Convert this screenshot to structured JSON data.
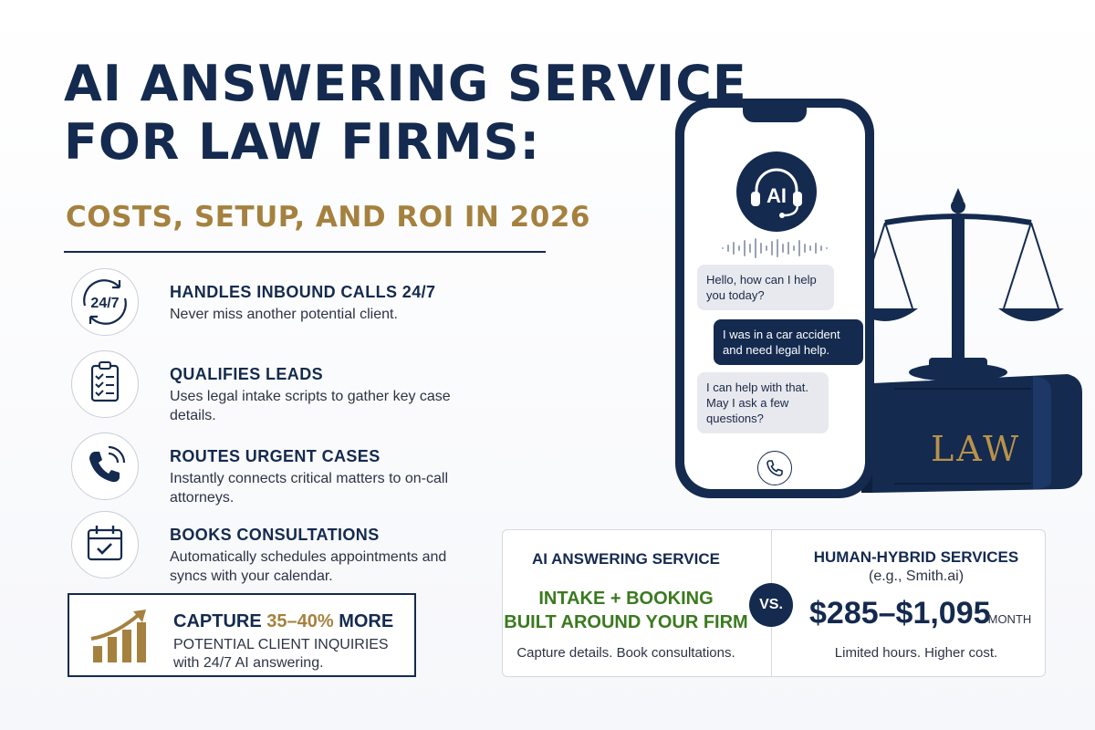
{
  "header": {
    "title_line1": "AI ANSWERING SERVICE",
    "title_line2": "FOR LAW FIRMS:",
    "subtitle": "COSTS, SETUP, AND ROI IN 2026"
  },
  "features": [
    {
      "icon": "clock-24-7-icon",
      "icon_text": "24/7",
      "heading": "HANDLES INBOUND CALLS 24/7",
      "description": "Never miss another potential client."
    },
    {
      "icon": "clipboard-checklist-icon",
      "heading": "QUALIFIES LEADS",
      "description": "Uses legal intake scripts to gather key case details."
    },
    {
      "icon": "phone-ringing-icon",
      "heading": "ROUTES URGENT CASES",
      "description": "Instantly connects critical matters to on-call attorneys."
    },
    {
      "icon": "calendar-check-icon",
      "heading": "BOOKS CONSULTATIONS",
      "description": "Automatically schedules appointments and syncs with your calendar."
    }
  ],
  "capture": {
    "prefix": "CAPTURE",
    "percent": "35–40%",
    "suffix": "MORE",
    "line2": "POTENTIAL CLIENT INQUIRIES",
    "line3": "with 24/7 AI answering."
  },
  "phone": {
    "ai_label": "AI",
    "messages": [
      {
        "from": "ai",
        "text": "Hello, how can I help you today?"
      },
      {
        "from": "user",
        "text": "I was in a car accident and need legal help."
      },
      {
        "from": "ai",
        "text": "I can help with that. May I ask a few questions?"
      }
    ]
  },
  "book": {
    "label": "LAW"
  },
  "comparison": {
    "left": {
      "heading": "AI ANSWERING SERVICE",
      "highlight_line1": "INTAKE + BOOKING",
      "highlight_line2": "BUILT AROUND YOUR FIRM",
      "footer": "Capture details. Book consultations."
    },
    "vs_label": "VS.",
    "right": {
      "heading": "HUMAN-HYBRID SERVICES",
      "subheading": "(e.g., Smith.ai)",
      "price": "$285–$1,095",
      "unit": "/MONTH",
      "footer": "Limited hours. Higher cost."
    }
  },
  "colors": {
    "navy": "#142a4f",
    "gold": "#a5813f",
    "green": "#3a7a1e"
  }
}
